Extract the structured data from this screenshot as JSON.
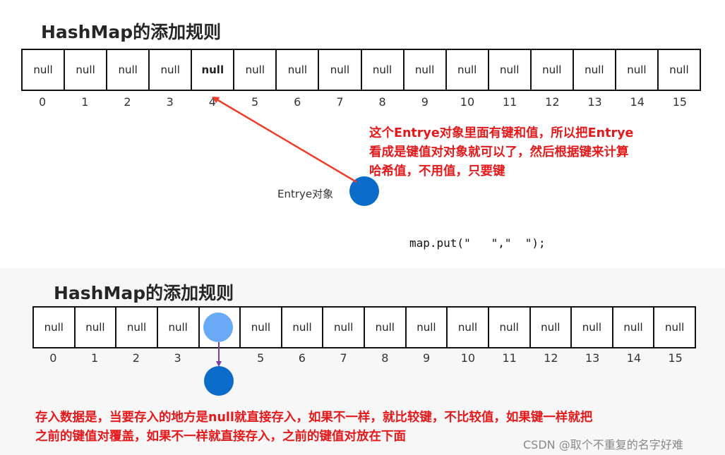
{
  "top": {
    "title": "HashMap的添加规则",
    "buckets": [
      "null",
      "null",
      "null",
      "null",
      "null",
      "null",
      "null",
      "null",
      "null",
      "null",
      "null",
      "null",
      "null",
      "null",
      "null",
      "null"
    ],
    "indices": [
      "0",
      "1",
      "2",
      "3",
      "4",
      "5",
      "6",
      "7",
      "8",
      "9",
      "10",
      "11",
      "12",
      "13",
      "14",
      "15"
    ],
    "note_lines": [
      "这个Entrye对象里面有键和值，所以把Entrye",
      "看成是键值对对象就可以了，然后根据键来计算",
      "哈希值，不用值，只要键"
    ],
    "entry_label": "Entrye对象",
    "code": "map.put(\"   \",\"  \");",
    "colors": {
      "arrow": "#f03c28",
      "entry": "#0b6cc9"
    }
  },
  "bottom": {
    "title": "HashMap的添加规则",
    "buckets": [
      "null",
      "null",
      "null",
      "null",
      "",
      "null",
      "null",
      "null",
      "null",
      "null",
      "null",
      "null",
      "null",
      "null",
      "null",
      "null"
    ],
    "indices": [
      "0",
      "1",
      "2",
      "3",
      "",
      "5",
      "6",
      "7",
      "8",
      "9",
      "10",
      "11",
      "12",
      "13",
      "14",
      "15"
    ],
    "note_lines": [
      "存入数据是，当要存入的地方是null就直接存入，如果不一样，就比较键，不比较值，如果键一样就把",
      "之前的键值对覆盖，如果不一样就直接存入，之前的键值对放在下面"
    ],
    "colors": {
      "upper_entry": "#6aa9f4",
      "lower_entry": "#0b6cc9",
      "arrow": "#7b3fa0"
    }
  },
  "watermark": "CSDN @取个不重复的名字好难"
}
